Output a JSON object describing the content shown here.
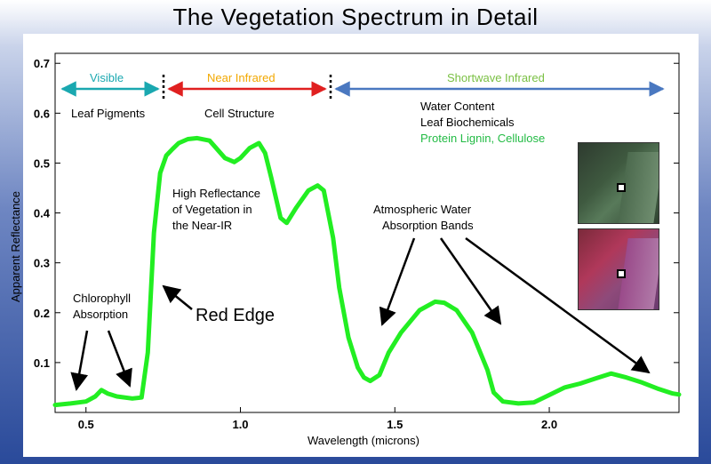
{
  "page": {
    "title": "The Vegetation Spectrum in Detail"
  },
  "colors": {
    "curve": "#22ee22",
    "visible": "#1aa8b0",
    "near_infrared": "#e02020",
    "near_infrared_label": "#f2a800",
    "shortwave": "#4a78c0",
    "shortwave_label": "#7ac043",
    "protein_text": "#22bb44"
  },
  "chart_data": {
    "type": "line",
    "title": "",
    "xlabel": "Wavelength (microns)",
    "ylabel": "Apparent Reflectance",
    "xlim": [
      0.4,
      2.42
    ],
    "ylim": [
      0,
      0.72
    ],
    "xticks": [
      0.5,
      1.0,
      1.5,
      2.0
    ],
    "xtick_labels": [
      "0.5",
      "1.0",
      "1.5",
      "2.0"
    ],
    "yticks": [
      0.1,
      0.2,
      0.3,
      0.4,
      0.5,
      0.6,
      0.7
    ],
    "ytick_labels": [
      "0.1",
      "0.2",
      "0.3",
      "0.4",
      "0.5",
      "0.6",
      "0.7"
    ],
    "grid": false,
    "series": [
      {
        "x": [
          0.4,
          0.45,
          0.5,
          0.53,
          0.55,
          0.57,
          0.6,
          0.65,
          0.68,
          0.7,
          0.72,
          0.74,
          0.76,
          0.78,
          0.8,
          0.83,
          0.86,
          0.9,
          0.95,
          0.98,
          1.0,
          1.03,
          1.06,
          1.08,
          1.1,
          1.13,
          1.15,
          1.18,
          1.22,
          1.25,
          1.27,
          1.3,
          1.32,
          1.35,
          1.38,
          1.4,
          1.42,
          1.45,
          1.48,
          1.52,
          1.58,
          1.63,
          1.66,
          1.7,
          1.75,
          1.8,
          1.82,
          1.85,
          1.9,
          1.95,
          2.0,
          2.05,
          2.1,
          2.15,
          2.2,
          2.25,
          2.3,
          2.35,
          2.4,
          2.42
        ],
        "y": [
          0.015,
          0.018,
          0.022,
          0.032,
          0.045,
          0.038,
          0.032,
          0.028,
          0.03,
          0.12,
          0.36,
          0.48,
          0.515,
          0.528,
          0.54,
          0.548,
          0.55,
          0.545,
          0.51,
          0.502,
          0.51,
          0.53,
          0.54,
          0.52,
          0.47,
          0.39,
          0.38,
          0.41,
          0.445,
          0.455,
          0.445,
          0.35,
          0.25,
          0.15,
          0.09,
          0.07,
          0.063,
          0.075,
          0.12,
          0.16,
          0.205,
          0.222,
          0.22,
          0.205,
          0.16,
          0.085,
          0.04,
          0.022,
          0.018,
          0.02,
          0.035,
          0.05,
          0.058,
          0.068,
          0.078,
          0.07,
          0.06,
          0.048,
          0.038,
          0.036
        ]
      }
    ],
    "regions": [
      {
        "name": "Visible",
        "start": 0.4,
        "end": 0.74
      },
      {
        "name": "Near Infrared",
        "start": 0.74,
        "end": 1.3
      },
      {
        "name": "Shortwave Infrared",
        "start": 1.3,
        "end": 2.42
      }
    ],
    "annotations": {
      "visible_desc": "Leaf Pigments",
      "nir_desc": "Cell Structure",
      "swir_desc_1": "Water Content",
      "swir_desc_2": "Leaf Biochemicals",
      "swir_desc_3": "Protein Lignin, Cellulose",
      "high_refl_1": "High Reflectance",
      "high_refl_2": "of Vegetation in",
      "high_refl_3": "the Near-IR",
      "chlorophyll_1": "Chlorophyll",
      "chlorophyll_2": "Absorption",
      "red_edge": "Red Edge",
      "water_1": "Atmospheric Water",
      "water_2": "Absorption Bands"
    }
  }
}
